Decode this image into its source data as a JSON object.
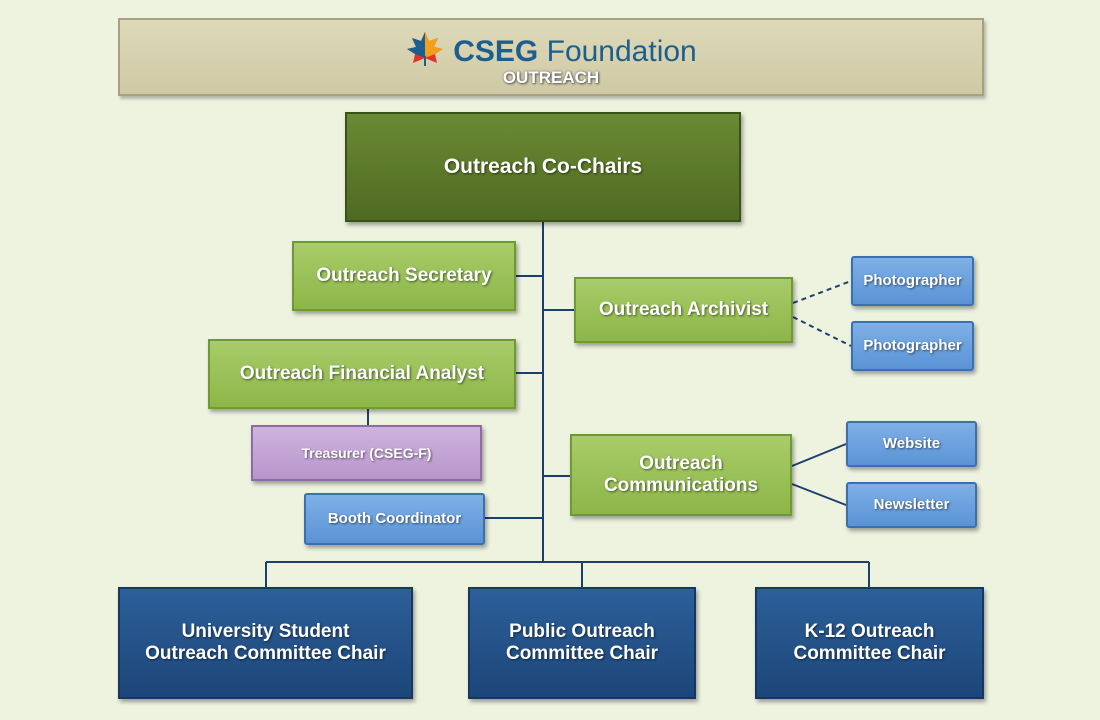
{
  "header": {
    "brand_bold": "CSEG",
    "brand_rest": " Foundation",
    "subtitle": "OUTREACH",
    "logo_icon": "maple-leaf-logo-icon"
  },
  "nodes": {
    "co_chairs": "Outreach Co-Chairs",
    "secretary": "Outreach Secretary",
    "archivist": "Outreach Archivist",
    "photographer_1": "Photographer",
    "photographer_2": "Photographer",
    "financial_analyst": "Outreach Financial Analyst",
    "treasurer": "Treasurer (CSEG-F)",
    "booth_coordinator": "Booth Coordinator",
    "communications_line1": "Outreach",
    "communications_line2": "Communications",
    "website": "Website",
    "newsletter": "Newsletter",
    "university_line1": "University Student",
    "university_line2": "Outreach Committee Chair",
    "public_line1": "Public Outreach",
    "public_line2": "Committee Chair",
    "k12_line1": "K-12 Outreach",
    "k12_line2": "Committee Chair"
  },
  "colors": {
    "background": "#eef3e0",
    "dark_green": "#5a7a2a",
    "light_green": "#9bc259",
    "purple": "#c3a4d6",
    "light_blue": "#6aa0dc",
    "navy": "#224f86",
    "connector": "#1e3f6e"
  }
}
